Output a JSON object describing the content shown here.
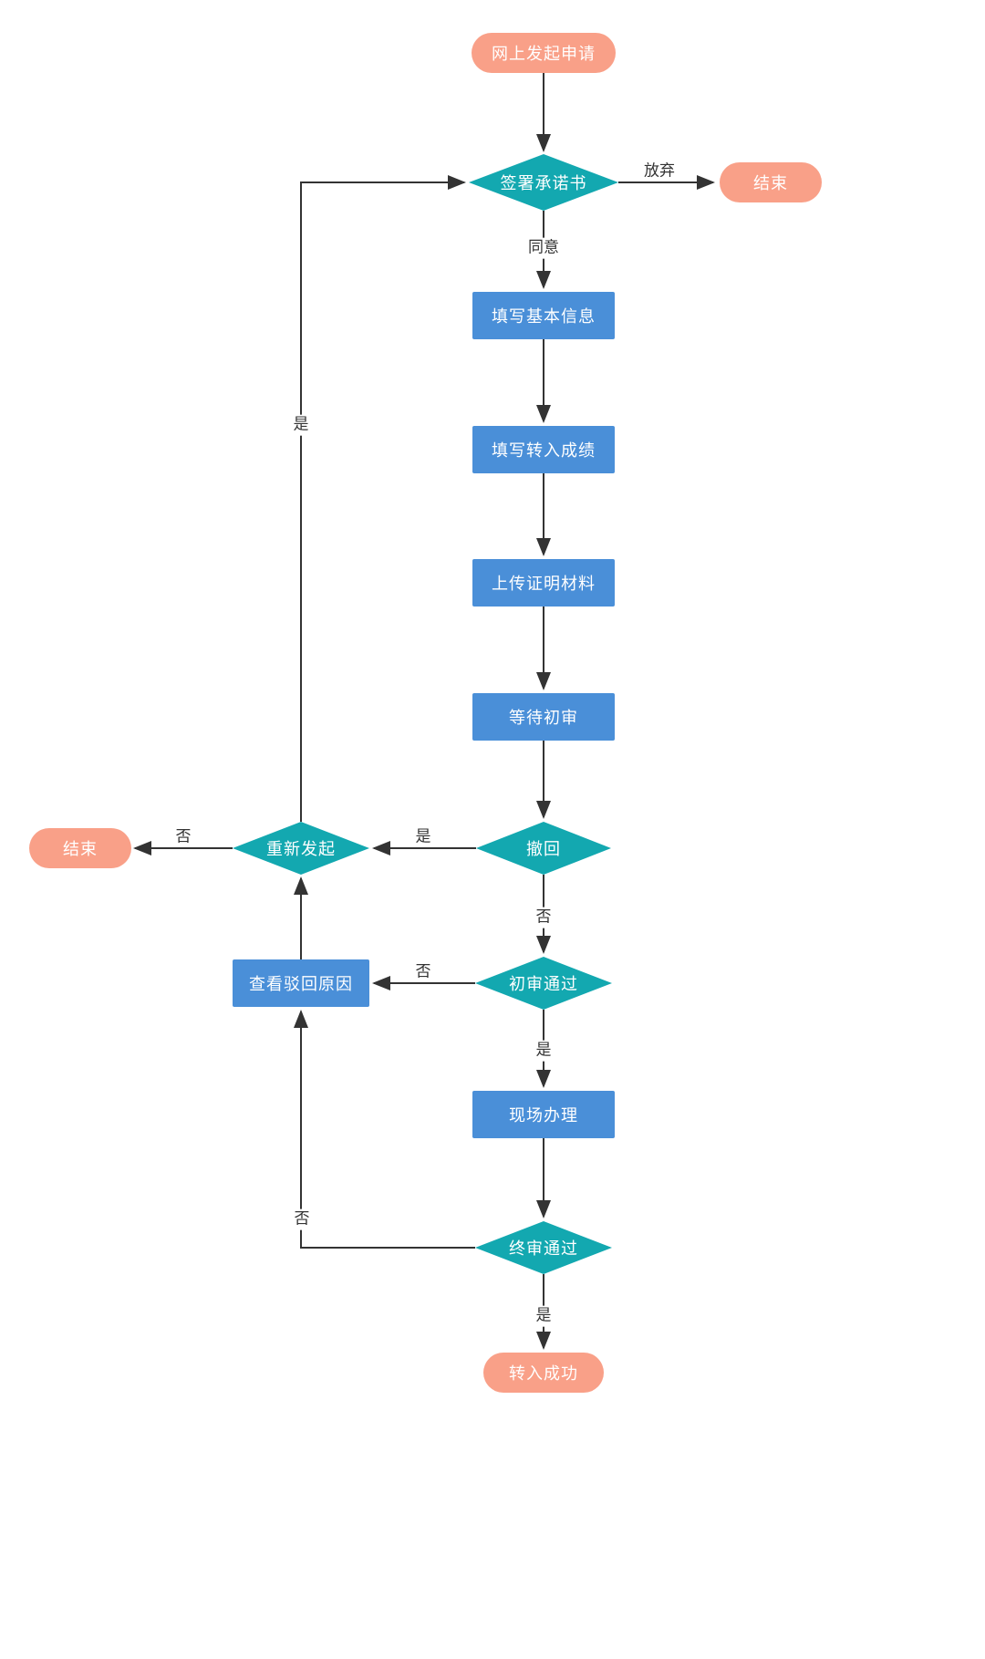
{
  "diagram": {
    "title": "transfer-application-flowchart",
    "nodes": {
      "start": {
        "label": "网上发起申请",
        "type": "terminal"
      },
      "sign": {
        "label": "签署承诺书",
        "type": "decision"
      },
      "end_top": {
        "label": "结束",
        "type": "terminal"
      },
      "fill_basic": {
        "label": "填写基本信息",
        "type": "process"
      },
      "fill_grades": {
        "label": "填写转入成绩",
        "type": "process"
      },
      "upload": {
        "label": "上传证明材料",
        "type": "process"
      },
      "wait_review": {
        "label": "等待初审",
        "type": "process"
      },
      "withdraw": {
        "label": "撤回",
        "type": "decision"
      },
      "restart": {
        "label": "重新发起",
        "type": "decision"
      },
      "end_left": {
        "label": "结束",
        "type": "terminal"
      },
      "view_reason": {
        "label": "查看驳回原因",
        "type": "process"
      },
      "initial_pass": {
        "label": "初审通过",
        "type": "decision"
      },
      "onsite": {
        "label": "现场办理",
        "type": "process"
      },
      "final_pass": {
        "label": "终审通过",
        "type": "decision"
      },
      "success": {
        "label": "转入成功",
        "type": "terminal"
      }
    },
    "edge_labels": {
      "give_up": "放弃",
      "agree": "同意",
      "withdraw_yes": "是",
      "restart_no": "否",
      "restart_yes": "是",
      "withdraw_no": "否",
      "initial_no": "否",
      "initial_yes": "是",
      "final_no": "否",
      "final_yes": "是"
    },
    "colors": {
      "terminal": "#F9A088",
      "process": "#4A8FD8",
      "decision": "#13A8B0",
      "arrow": "#333333",
      "label_text": "#333333",
      "background": "#FFFFFF"
    }
  }
}
